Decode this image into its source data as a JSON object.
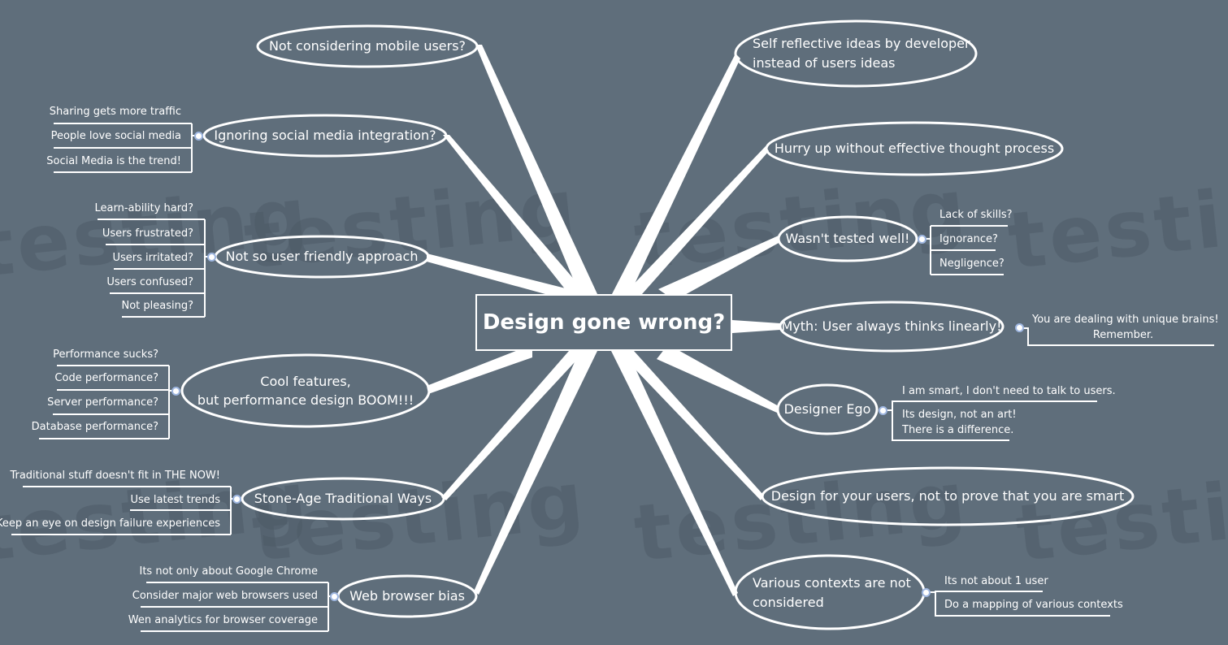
{
  "central": "Design gone wrong?",
  "watermark": "testing",
  "left_topics": {
    "mobile": "Not considering mobile users?",
    "social": "Ignoring social media integration?",
    "friendly": "Not so user friendly approach",
    "cool_1": "Cool features,",
    "cool_2": "but performance design BOOM!!!",
    "stone": "Stone-Age Traditional Ways",
    "browser": "Web browser bias"
  },
  "right_topics": {
    "reflect_1": "Self reflective ideas by developer",
    "reflect_2": "instead of users ideas",
    "hurry": "Hurry up without effective thought process",
    "tested": "Wasn't tested well!",
    "myth": "Myth: User always thinks linearly!",
    "ego": "Designer Ego",
    "design_users": "Design for your users, not to prove that you are smart",
    "contexts_1": "Various contexts are not",
    "contexts_2": "considered"
  },
  "left_subs": {
    "social": [
      "Sharing gets more traffic",
      "People love social media",
      "Social Media is the trend!"
    ],
    "friendly": [
      "Learn-ability hard?",
      "Users frustrated?",
      "Users irritated?",
      "Users confused?",
      "Not pleasing?"
    ],
    "cool": [
      "Performance sucks?",
      "Code performance?",
      "Server performance?",
      "Database performance?"
    ],
    "stone": [
      "Traditional stuff doesn't fit in THE NOW!",
      "Use latest trends",
      "Keep an eye on design failure experiences"
    ],
    "browser": [
      "Its not only about Google Chrome",
      "Consider major web browsers used",
      "Wen analytics for browser coverage"
    ]
  },
  "right_subs": {
    "tested": [
      "Lack of skills?",
      "Ignorance?",
      "Negligence?"
    ],
    "myth_1": "You are dealing with unique brains!",
    "myth_2": "Remember.",
    "ego_1": "I am smart, I don't need to talk to users.",
    "ego_2a": "Its design, not an art!",
    "ego_2b": "There is a difference.",
    "contexts": [
      "Its not about 1 user",
      "Do a mapping of various contexts"
    ]
  },
  "colors": {
    "background": "#5f6e7b",
    "line": "#ffffff",
    "dot_border": "#9eb6e0",
    "watermark": "#4d5a66"
  }
}
